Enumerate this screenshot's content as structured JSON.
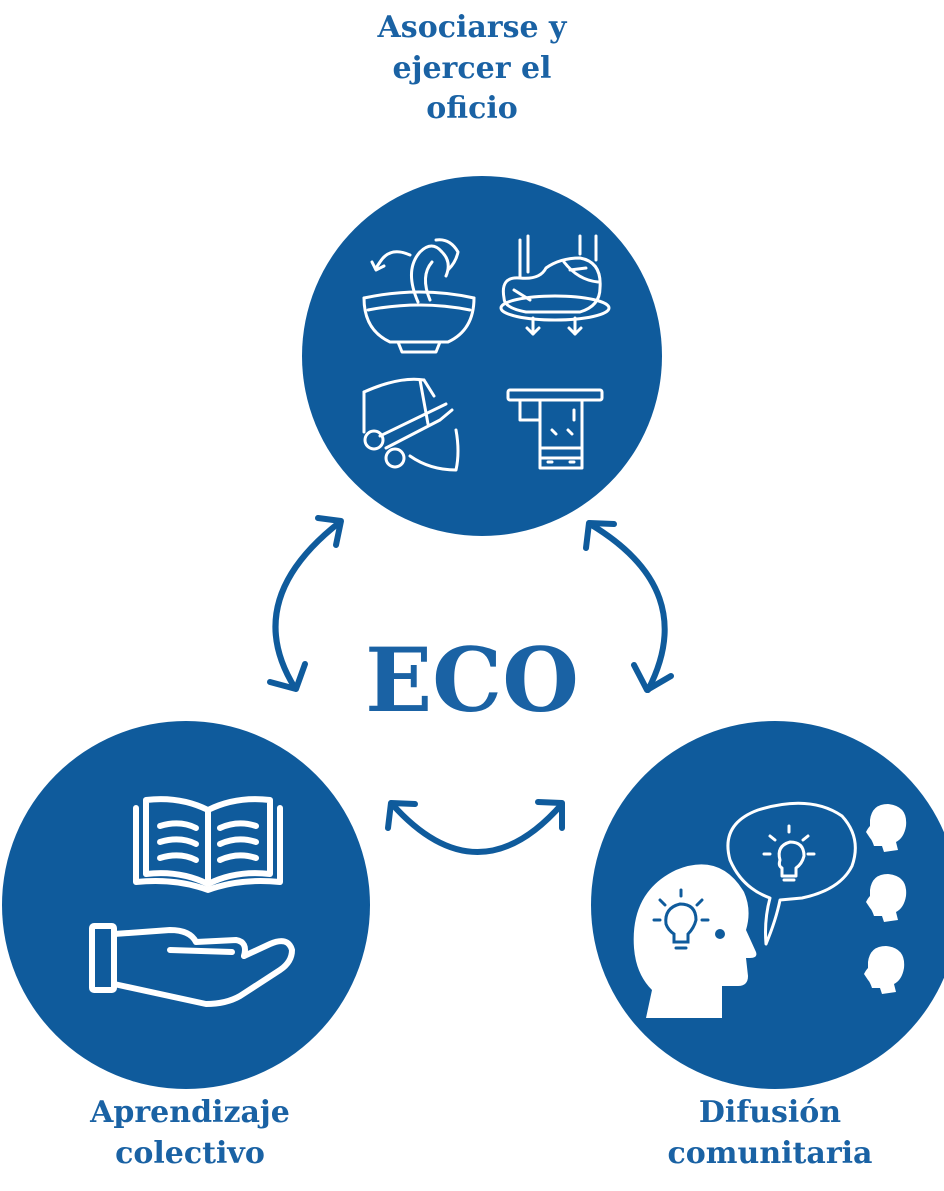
{
  "center_label": "ECO",
  "nodes": {
    "top": {
      "title_lines": [
        "Asociarse y",
        "ejercer el",
        "oficio"
      ],
      "icons": [
        "pottery-mixing-icon",
        "dough-kneading-icon",
        "scissors-cutting-icon",
        "towel-textile-icon"
      ]
    },
    "left": {
      "title_lines": [
        "Aprendizaje",
        "colectivo"
      ],
      "icons": [
        "open-book-icon",
        "open-hand-icon"
      ]
    },
    "right": {
      "title_lines": [
        "Difusión",
        "comunitaria"
      ],
      "icons": [
        "head-lightbulb-icon",
        "speech-bubble-lightbulb-icon",
        "person-head-icon"
      ]
    }
  },
  "colors": {
    "primary": "#1a62a4",
    "circle": "#0f5b9c",
    "icon_stroke": "#ffffff"
  }
}
